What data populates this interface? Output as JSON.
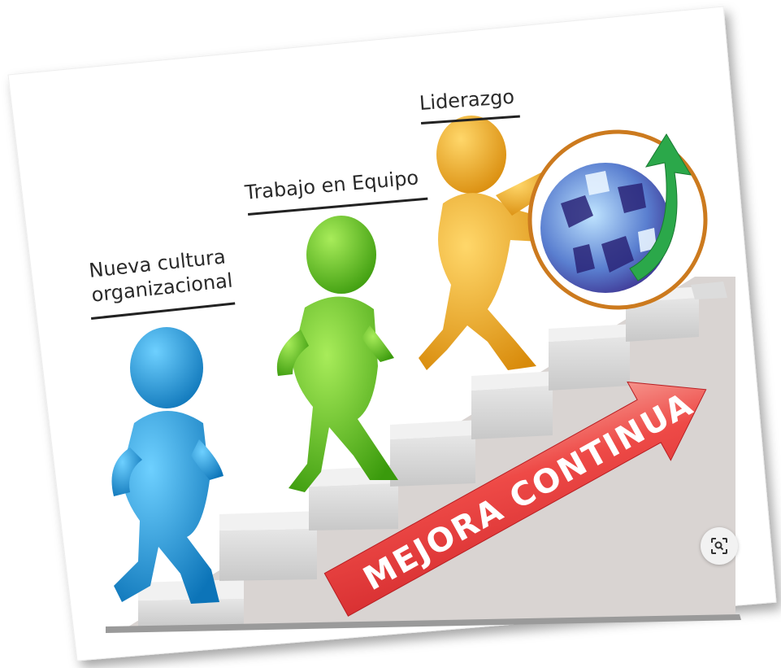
{
  "labels": {
    "step1_line1": "Nueva cultura",
    "step1_line2": "organizacional",
    "step2": "Trabajo en Equipo",
    "step3": "Liderazgo"
  },
  "arrow_text": "MEJORA CONTINUA",
  "lens_icon": "image-search-icon",
  "colors": {
    "blue_figure": "#1a8fd0",
    "green_figure": "#5cbf1f",
    "orange_figure": "#f0a91c",
    "arrow_red": "#e8413f",
    "stairs": "#c9c9c9"
  }
}
